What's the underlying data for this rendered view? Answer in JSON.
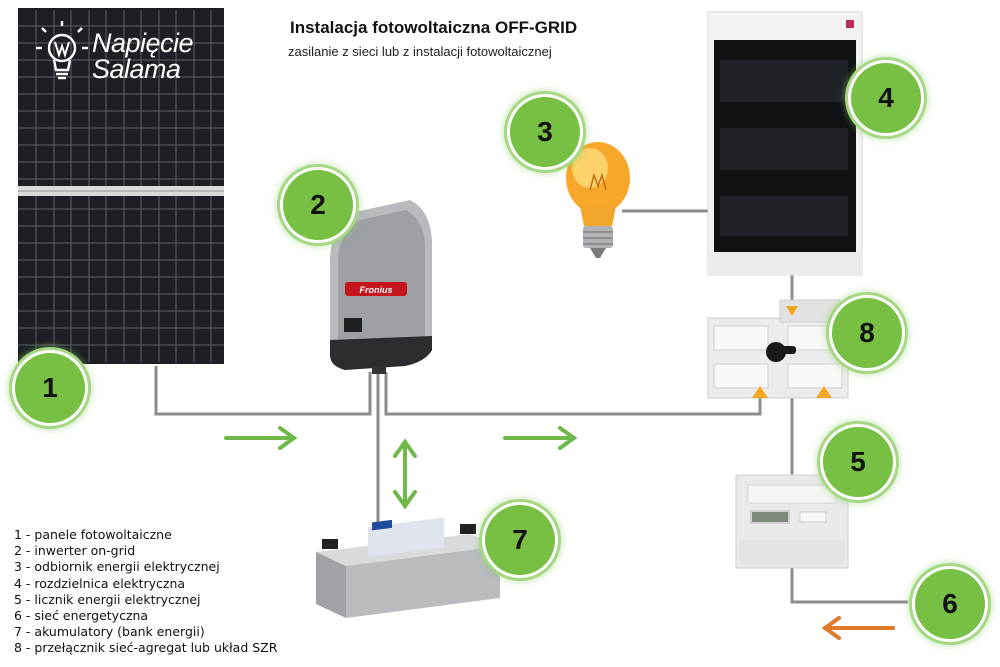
{
  "title": "Instalacja fotowoltaiczna OFF-GRID",
  "subtitle": "zasilanie z sieci lub z instalacji fotowoltaicznej",
  "logo": {
    "line1": "Napięcie",
    "line2": "Salama"
  },
  "inverter_brand": "Fronius",
  "badges": [
    "1",
    "2",
    "3",
    "4",
    "5",
    "6",
    "7",
    "8"
  ],
  "legend": [
    "1 - panele fotowoltaiczne",
    "2 - inwerter on-grid",
    "3 - odbiornik energii elektrycznej",
    "4 - rozdzielnica elektryczna",
    "5 - licznik energii elektrycznej",
    "6 - sieć energetyczna",
    "7 - akumulatory (bank energii)",
    "8 - przełącznik sieć-agregat lub układ SZR"
  ],
  "colors": {
    "badge": "#77c043",
    "arrow_green": "#6fb84a",
    "arrow_orange": "#e07b2a",
    "wire": "#8c8c8c"
  }
}
